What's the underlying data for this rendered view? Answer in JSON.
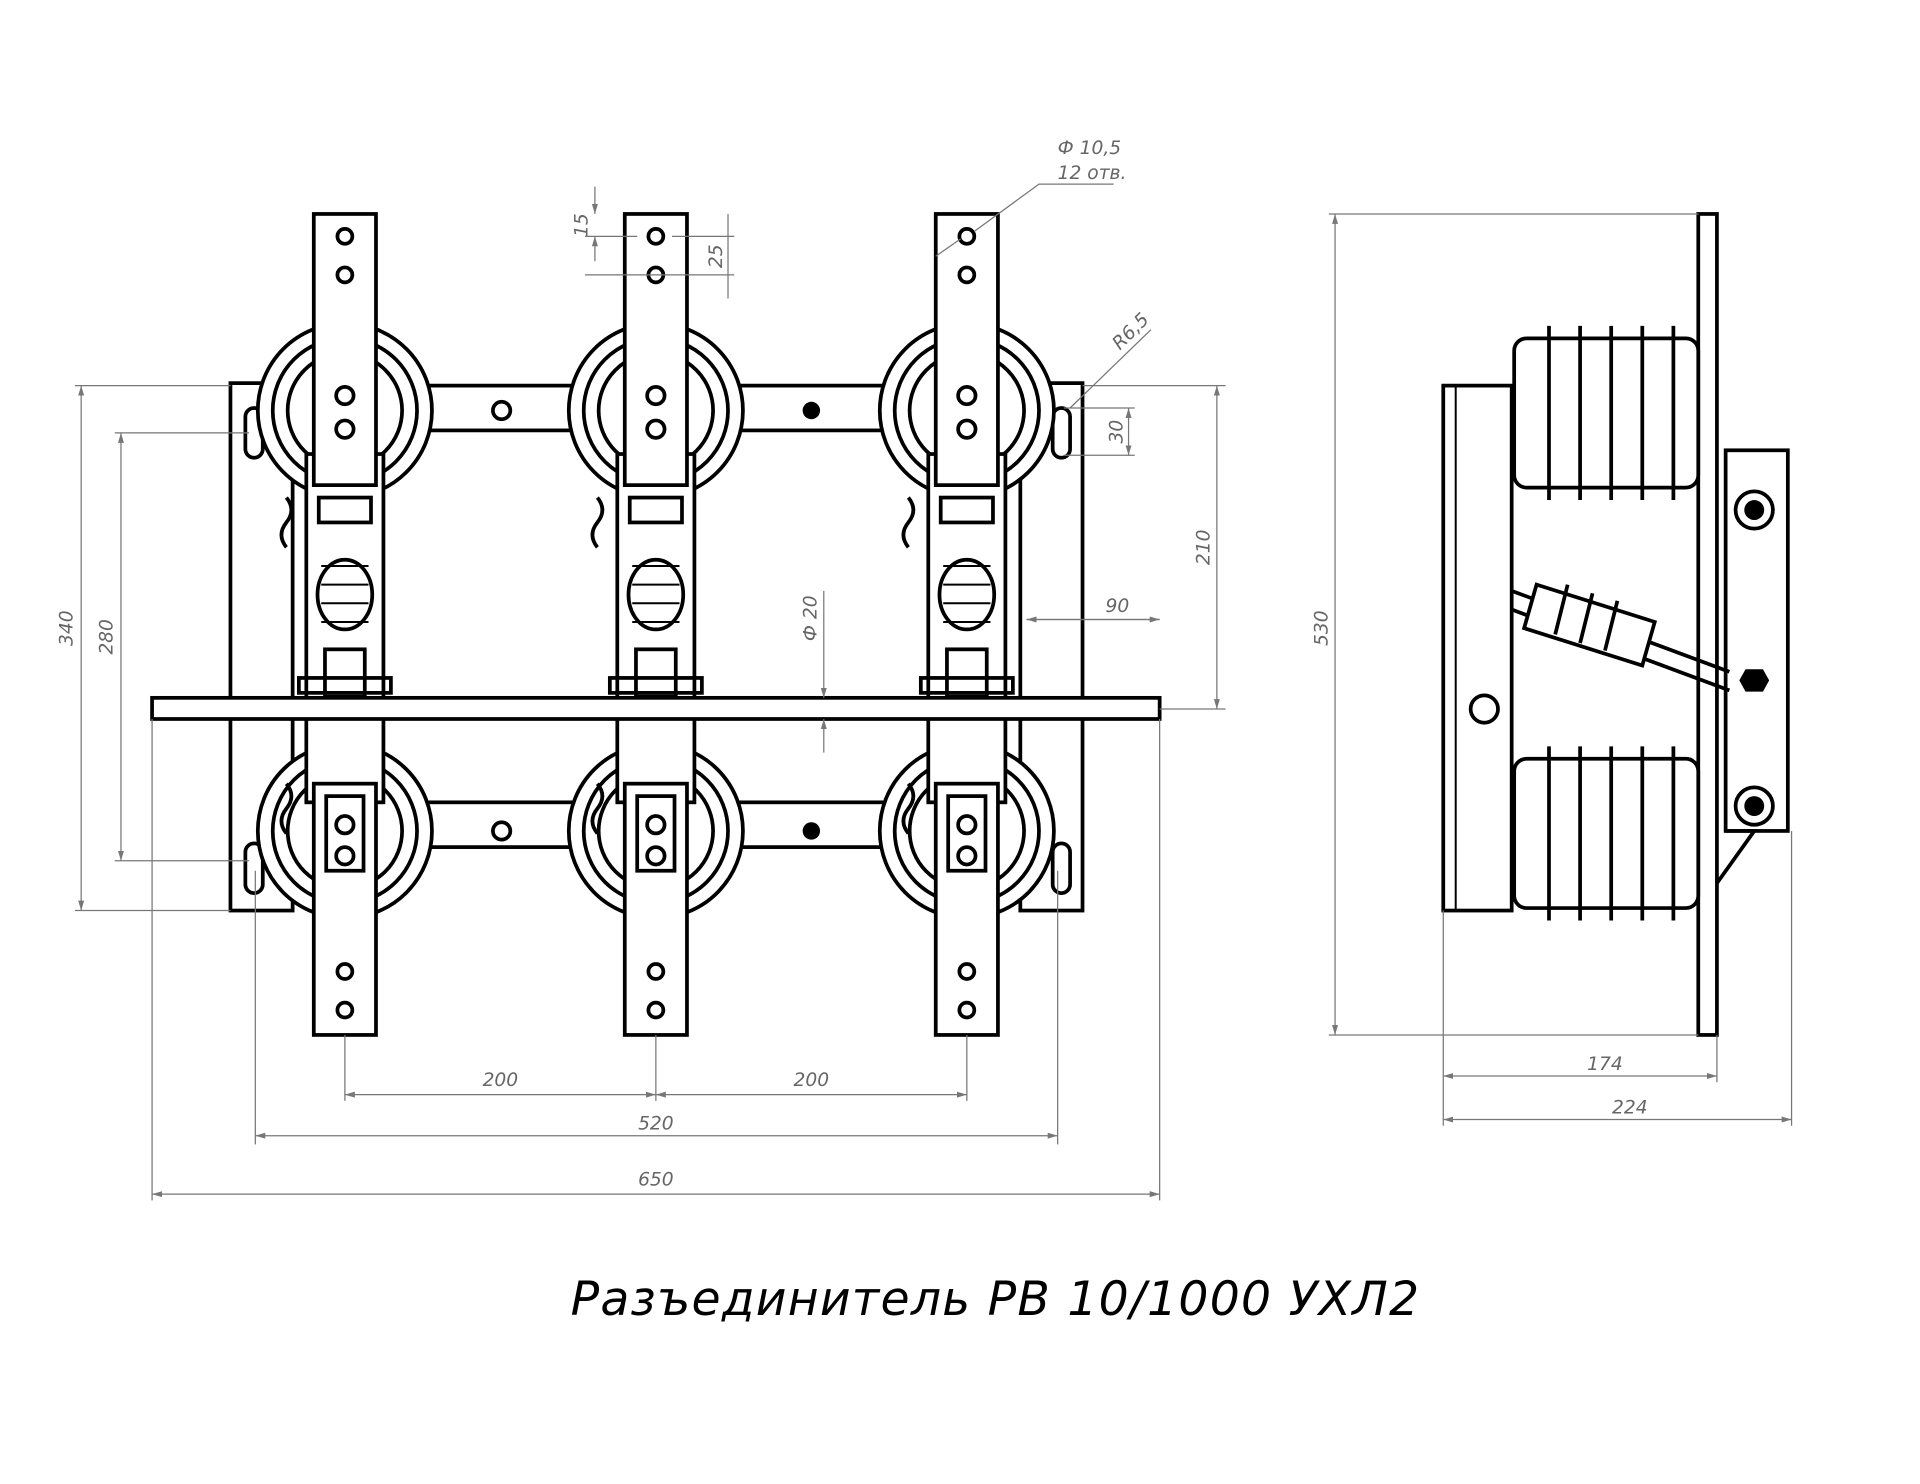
{
  "title": "Разъединитель РВ 10/1000 УХЛ2",
  "front_view": {
    "dims": {
      "pitch_left": "200",
      "pitch_right": "200",
      "base_width": "520",
      "overall_width": "650",
      "overall_height": "340",
      "mount_height": "280",
      "shaft_height": "210",
      "slot_height": "30",
      "shaft_overhang": "90",
      "shaft_diameter": "Ф 20",
      "slot_radius": "R6,5",
      "hole_offset": "15",
      "hole_pitch": "25",
      "hole_diameter": "Ф 10,5",
      "hole_count": "12 отв."
    }
  },
  "side_view": {
    "dims": {
      "overall_height": "530",
      "depth_inner": "174",
      "depth_overall": "224"
    }
  }
}
